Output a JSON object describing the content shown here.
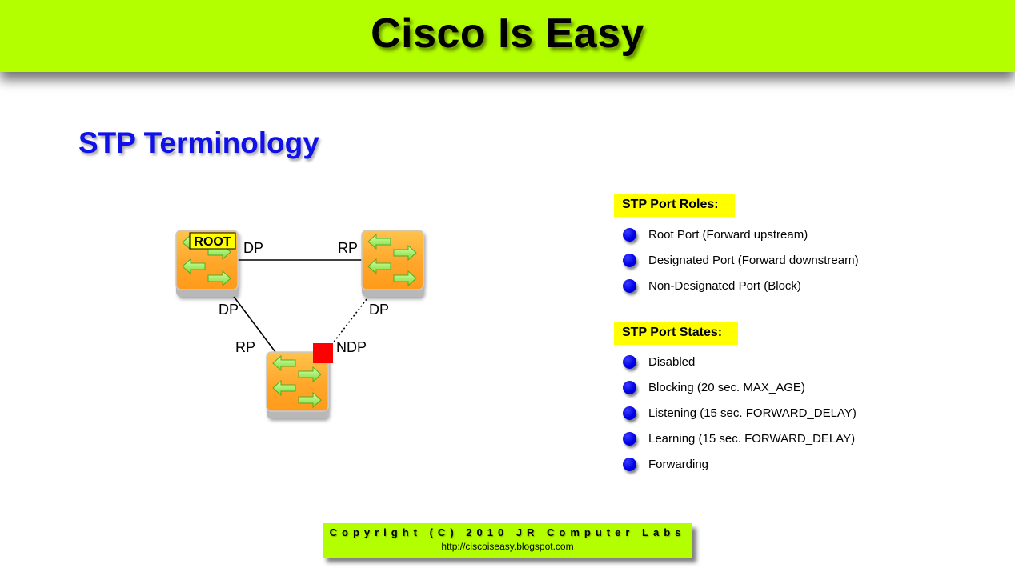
{
  "banner": {
    "title": "Cisco Is Easy"
  },
  "slide": {
    "title": "STP Terminology"
  },
  "diagram": {
    "root_badge": "ROOT",
    "port_labels": {
      "root_right": "DP",
      "right_left": "RP",
      "root_bottom": "DP",
      "right_bottom": "DP",
      "bottom_left": "RP",
      "bottom_right": "NDP"
    },
    "colors": {
      "switch": "#ffaa22",
      "blocked_port": "#ff0000",
      "root_badge": "#ffff00"
    }
  },
  "roles": {
    "heading": "STP Port Roles:",
    "items": [
      "Root Port (Forward upstream)",
      "Designated  Port (Forward downstream)",
      "Non-Designated Port (Block)"
    ]
  },
  "states": {
    "heading": "STP Port States:",
    "items": [
      "Disabled",
      "Blocking (20 sec. MAX_AGE)",
      "Listening (15 sec. FORWARD_DELAY)",
      "Learning (15 sec. FORWARD_DELAY)",
      "Forwarding"
    ]
  },
  "footer": {
    "copyright": "Copyright (C) 2010 JR Computer Labs",
    "url": "http://ciscoiseasy.blogspot.com"
  },
  "theme": {
    "accent_green": "#b3ff00",
    "title_blue": "#1010e8",
    "bullet_blue": "#0000e6"
  }
}
